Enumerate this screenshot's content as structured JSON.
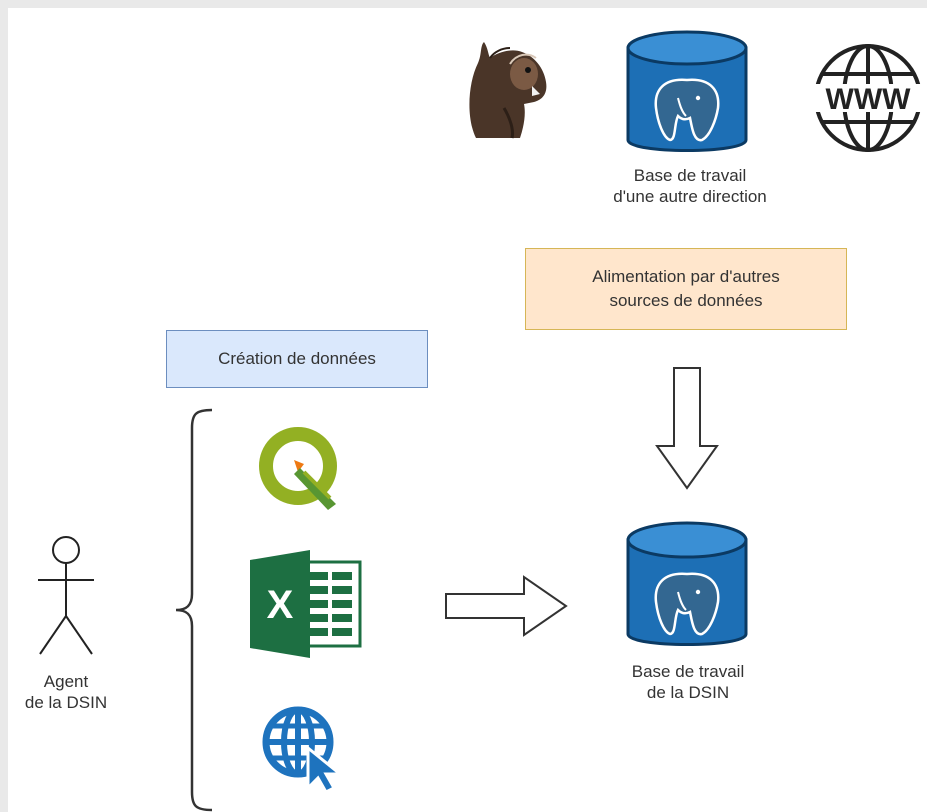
{
  "diagram": {
    "actor": {
      "line1": "Agent",
      "line2": "de la DSIN"
    },
    "creation_label": "Création de données",
    "alimentation_label": {
      "line1": "Alimentation par d'autres",
      "line2": "sources de données"
    },
    "base_dsin": {
      "line1": "Base de travail",
      "line2": "de la DSIN"
    },
    "base_autre": {
      "line1": "Base de travail",
      "line2": "d'une autre direction"
    },
    "www_text": "WWW",
    "excel_letter": "X"
  },
  "colors": {
    "creation_fill": "#dae8fc",
    "creation_border": "#6c8ebf",
    "alimentation_fill": "#ffe6cc",
    "alimentation_border": "#d6b656",
    "db_blue": "#1d6fb5",
    "qgis_green": "#93b023",
    "excel_green": "#1d6f42",
    "web_blue": "#1e73be"
  },
  "icons": [
    "dbeaver-icon",
    "postgres-db-icon",
    "www-globe-icon",
    "qgis-icon",
    "excel-icon",
    "web-cursor-icon",
    "actor-icon"
  ]
}
